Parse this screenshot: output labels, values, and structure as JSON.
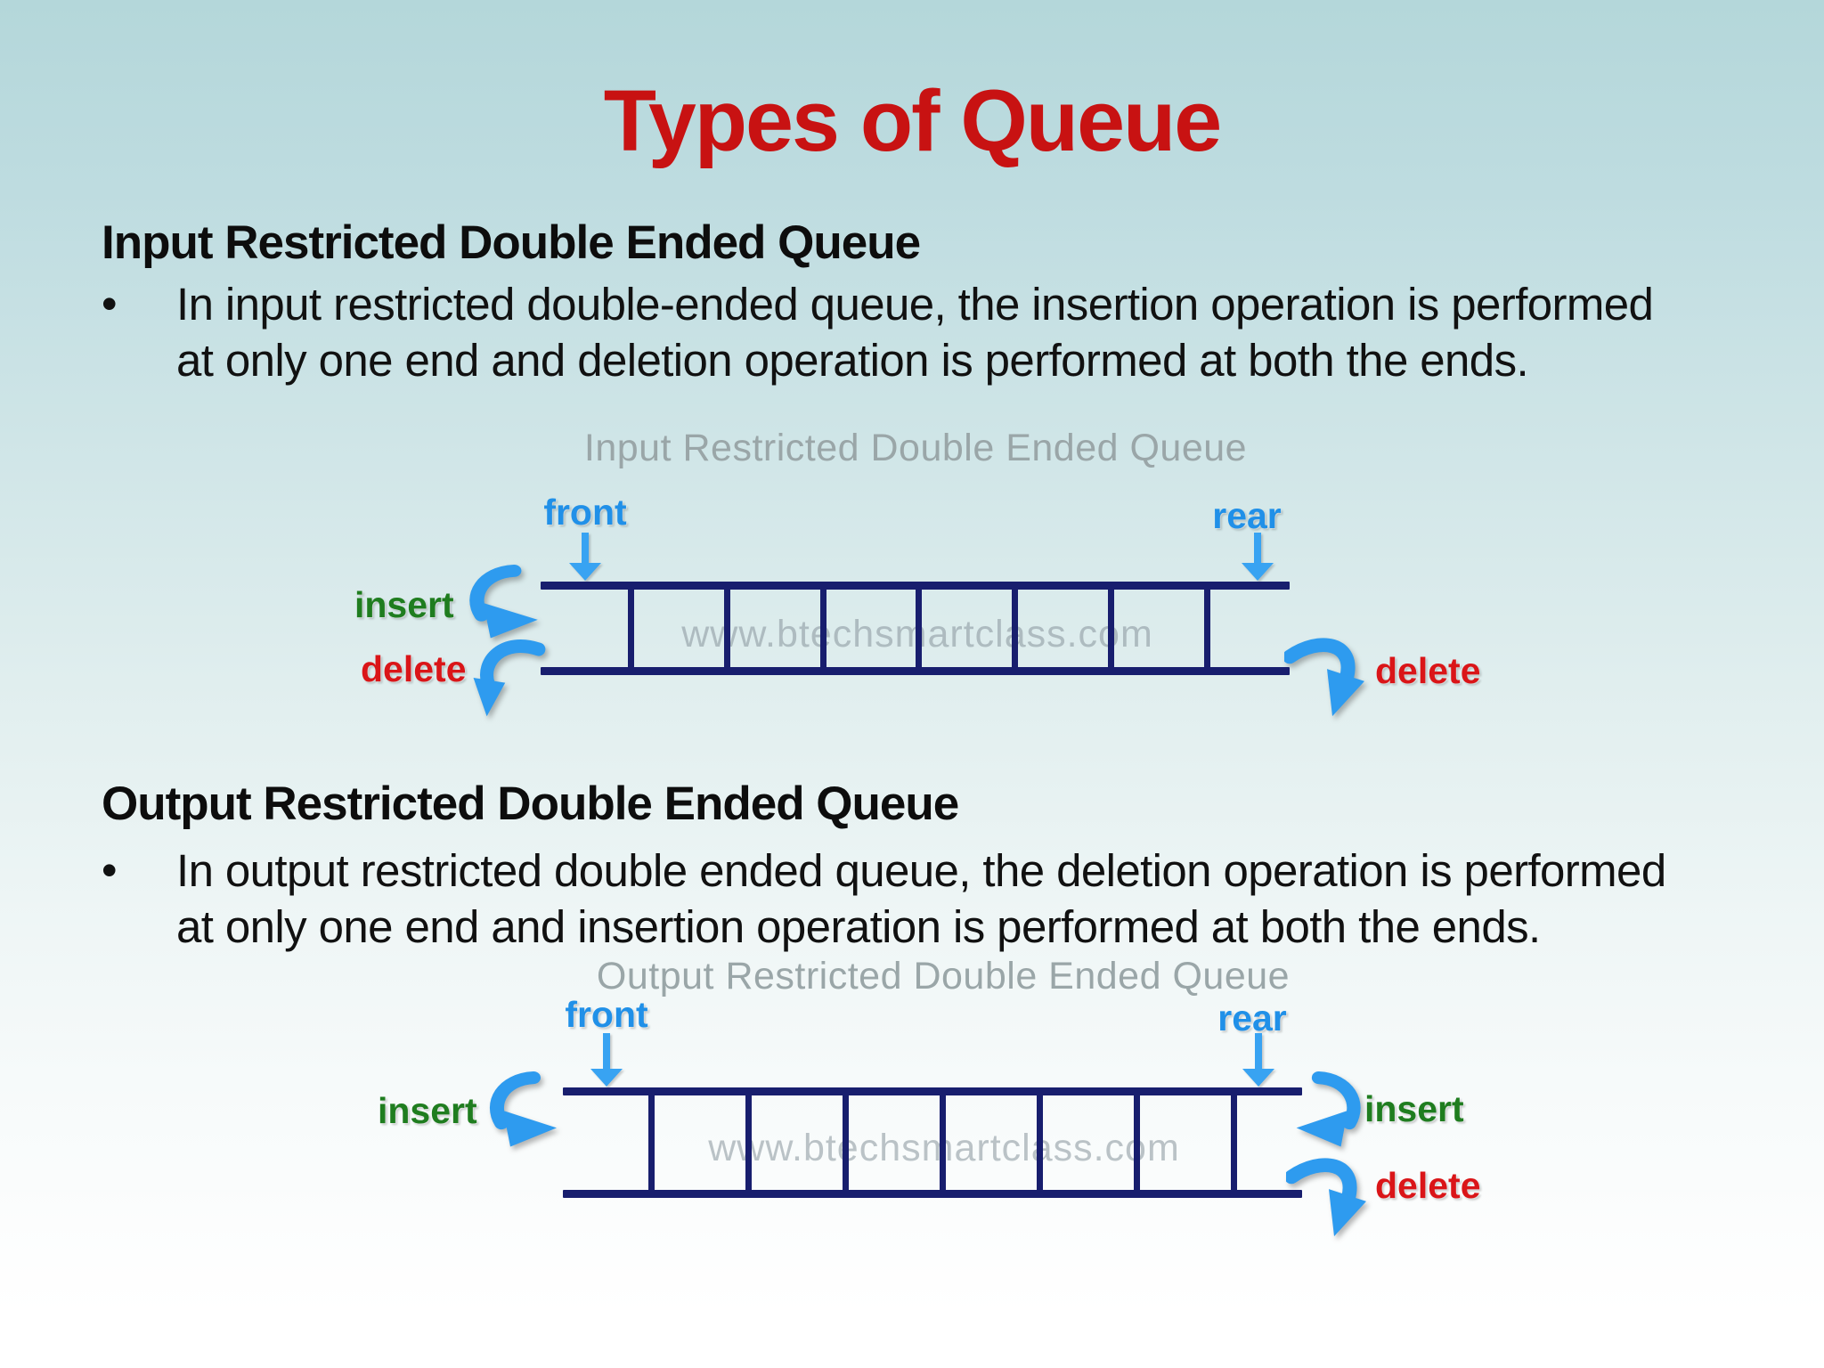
{
  "title": {
    "text": "Types of Queue"
  },
  "bullet_marker": "•",
  "sections": [
    {
      "heading": "Input Restricted Double Ended Queue",
      "bullet_lines": [
        "In input restricted double-ended queue, the insertion operation is performed",
        "at only one end and deletion operation is performed at both the ends."
      ],
      "diagram": {
        "caption": "Input Restricted Double Ended Queue",
        "watermark": "www.btechsmartclass.com",
        "front": "front",
        "rear": "rear",
        "insert_left": "insert",
        "delete_left": "delete",
        "delete_right": "delete",
        "compartments": 8
      }
    },
    {
      "heading": "Output Restricted Double Ended Queue",
      "bullet_lines": [
        "In output restricted double ended queue, the deletion operation is performed",
        "at only one end and insertion operation is performed at both the ends."
      ],
      "diagram": {
        "caption": "Output Restricted Double Ended Queue",
        "watermark": "www.btechsmartclass.com",
        "front": "front",
        "rear": "rear",
        "insert_left": "insert",
        "insert_right": "insert",
        "delete_right": "delete",
        "compartments": 8
      }
    }
  ],
  "colors": {
    "title_red": "#c81212",
    "heading_black": "#0d0d0d",
    "caption_gray": "#9aa6a8",
    "watermark_gray": "#86949a",
    "label_blue": "#2090e8",
    "label_green": "#1f7d1f",
    "label_red": "#da1518",
    "queue_navy": "#181e6e",
    "arrow_blue": "#2e9bef",
    "background_top": "#b4d7da",
    "background_bottom": "#ffffff"
  }
}
